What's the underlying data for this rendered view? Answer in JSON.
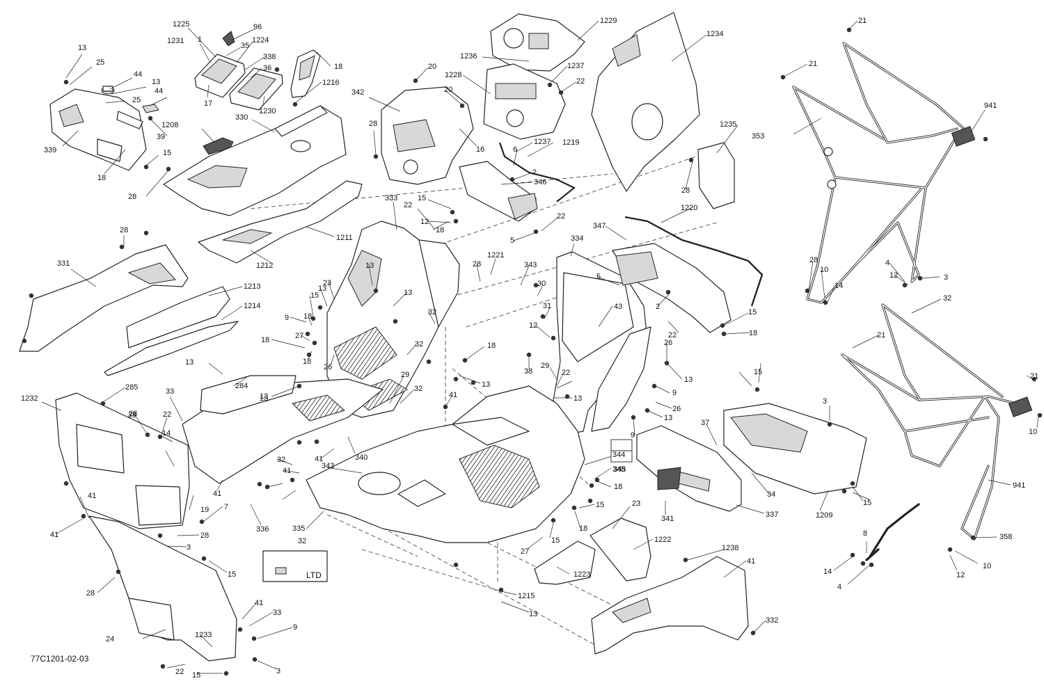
{
  "diagram": {
    "figure_code": "77C1201-02-03",
    "kit_label": "LTD",
    "callouts": [
      "13",
      "25",
      "44",
      "13",
      "25",
      "44",
      "339",
      "39",
      "1208",
      "15",
      "18",
      "28",
      "1225",
      "96",
      "1231",
      "1",
      "35",
      "1224",
      "338",
      "36",
      "18",
      "1216",
      "17",
      "1230",
      "330",
      "20",
      "1228",
      "20",
      "342",
      "28",
      "16",
      "1236",
      "1229",
      "1237",
      "22",
      "1234",
      "21",
      "21",
      "941",
      "353",
      "1219",
      "1237",
      "6",
      "2",
      "346",
      "15",
      "12",
      "18",
      "22",
      "5",
      "22",
      "333",
      "1211",
      "1212",
      "28",
      "331",
      "1213",
      "1214",
      "1220",
      "347",
      "334",
      "1221",
      "343",
      "28",
      "5",
      "2",
      "43",
      "22",
      "15",
      "18",
      "1235",
      "28",
      "30",
      "31",
      "12",
      "38",
      "29",
      "22",
      "26",
      "13",
      "9",
      "26",
      "13",
      "9",
      "13",
      "23",
      "13",
      "13",
      "32",
      "15",
      "18",
      "9",
      "27",
      "18",
      "18",
      "26",
      "32",
      "13",
      "18",
      "13",
      "29",
      "32",
      "41",
      "13",
      "13",
      "284",
      "285",
      "33",
      "28",
      "22",
      "14",
      "1232",
      "28",
      "13",
      "32",
      "41",
      "41",
      "19",
      "7",
      "41",
      "41",
      "41",
      "340",
      "343",
      "336",
      "335",
      "28",
      "3",
      "15",
      "28",
      "41",
      "33",
      "9",
      "24",
      "1233",
      "22",
      "15",
      "3",
      "15",
      "15",
      "3",
      "37",
      "34",
      "1209",
      "337",
      "341",
      "348",
      "344",
      "345",
      "18",
      "15",
      "18",
      "15",
      "27",
      "23",
      "1222",
      "1223",
      "1215",
      "13",
      "32",
      "1238",
      "41",
      "332",
      "28",
      "10",
      "14",
      "4",
      "12",
      "3",
      "32",
      "21",
      "21",
      "10",
      "941",
      "358",
      "8",
      "14",
      "4",
      "10",
      "12",
      "3"
    ]
  }
}
